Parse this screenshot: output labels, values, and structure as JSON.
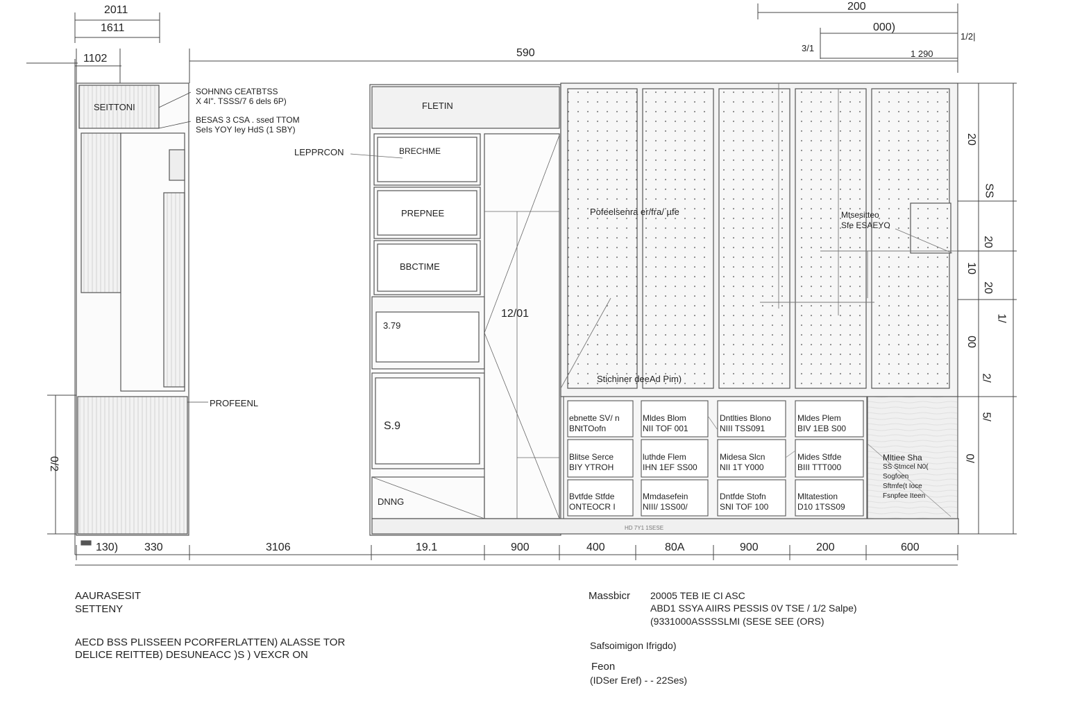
{
  "top_dims": {
    "d1": "2011",
    "d2": "1611",
    "d3": "1102",
    "overall": "590",
    "right_top": "200",
    "right_mid": "000)",
    "right_small1": "3/1",
    "right_small2": "1 290",
    "corner": "1/2|"
  },
  "left_unit": {
    "top_label": "SEITTONI",
    "callout1_line1": "SOHNNG CEATBTSS",
    "callout1_line2": "X 4I\". TSSS/7 6 dels 6P)",
    "callout2_line1": "BESAS 3 CSA . ssed TTOM",
    "callout2_line2": "SeIs YOY Iey HdS (1 SBY)",
    "callout3": "PROFEENL",
    "height_dim": "0/2"
  },
  "middle_unit": {
    "top_label": "FLETIN",
    "callout": "LEPPRCON",
    "drawer1": "BRECHME",
    "drawer2": "PREPNEE",
    "drawer3": "BBCTIME",
    "box1": "3.79",
    "box2": "S.9",
    "bottom": "DNNG",
    "center_dim": "12/01"
  },
  "right_unit": {
    "panel_label": "Pofeelsenra er/fra/ µfe",
    "slide_label": "Stichiner deeAd Pim)",
    "side_label_line1": "Mtsesitteo",
    "side_label_line2": "Sfe ESAEYO",
    "footer_tiny": "HD 7Y1 1SESE"
  },
  "lower_cells": [
    {
      "l1": "ebnette SV/ n",
      "l2": "BNtTOofn"
    },
    {
      "l1": "Mldes Blom",
      "l2": "NII TOF 001"
    },
    {
      "l1": "Dntlties Blono",
      "l2": "NIII TSS091"
    },
    {
      "l1": "Mldes Plem",
      "l2": "BIV 1EB S00"
    },
    {
      "l1": "Blitse Serce",
      "l2": "BIY YTROH"
    },
    {
      "l1": "luthde Flem",
      "l2": "IHN 1EF SS00"
    },
    {
      "l1": "Midesa Slcn",
      "l2": "NII 1T Y000"
    },
    {
      "l1": "Mides Stfde",
      "l2": "BIII TTT000"
    },
    {
      "l1": "Bvtfde Stfde",
      "l2": "ONTEOCR I"
    },
    {
      "l1": "Mmdasefein",
      "l2": "NIII/ 1SS00/"
    },
    {
      "l1": "Dntfde Stofn",
      "l2": "SNI TOF 100"
    },
    {
      "l1": "Mltatestion",
      "l2": "D10 1TSS09"
    }
  ],
  "right_panel_text": {
    "l1": "Mltiee Sha",
    "l2": "SS Stmcel N0(",
    "l3": "Sogfoen",
    "l4": "Sftmfe(t Ioce",
    "l5": "Fsnpfee Iteen"
  },
  "right_vertical_dims": [
    "20",
    "SS",
    "20",
    "10",
    "20",
    "2/",
    "5/",
    "00",
    "1/",
    "0/"
  ],
  "bottom_dims": [
    "130)",
    "330",
    "3106",
    "19.1",
    "900",
    "400",
    "80A",
    "900",
    "200",
    "600"
  ],
  "notes": {
    "left_l1": "AAURASESIT",
    "left_l2": "SETTENY",
    "left_l3": "AECD BSS PLISSEEN PCORFERLATTEN) ALASSE TOR",
    "left_l4": "DELICE REITTEB) DESUNEACC )S ) VEXCR ON",
    "mid_label": "Massbicr",
    "mid_l1": "20005 TEB IE CI ASC",
    "mid_l2": "ABD1 SSYA AIIRS PESSIS 0V TSE / 1/2 Salpe)",
    "mid_l3": "(9331000ASSSSLMI (SESE SEE (ORS)",
    "mid_l4": "Safsoimigon Ifrigdo)",
    "mid_l5": "Feon",
    "mid_l6": "(IDSer Eref) -  - 22Ses)"
  }
}
